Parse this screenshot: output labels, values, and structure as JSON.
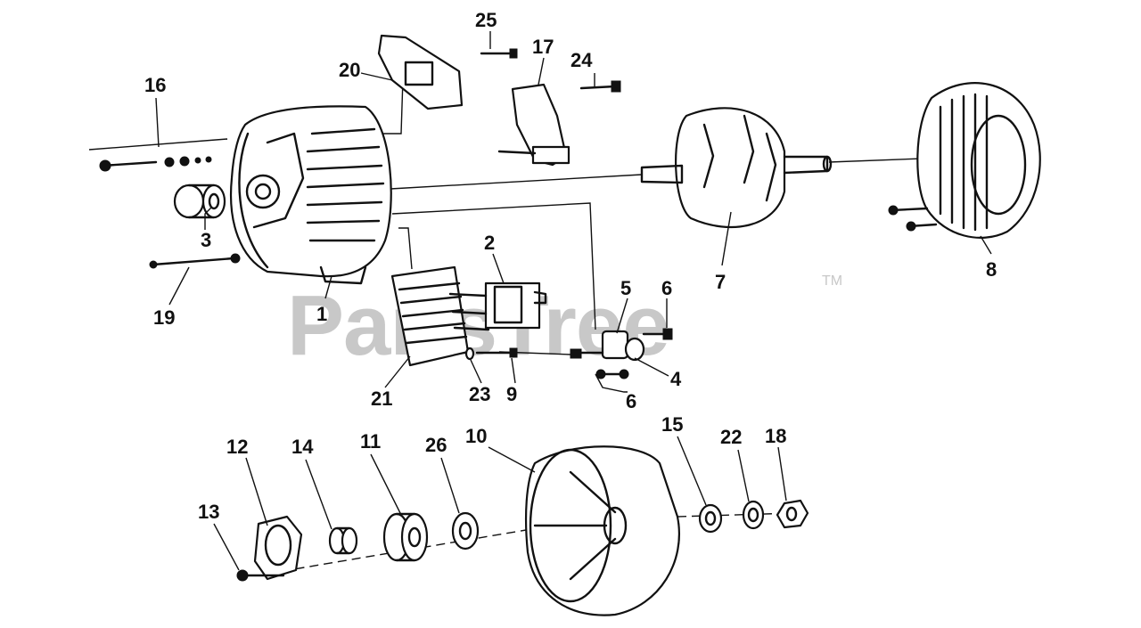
{
  "watermark": {
    "text": "PartsTree",
    "trademark": "TM"
  },
  "callouts": [
    {
      "id": "1",
      "label": "1"
    },
    {
      "id": "2",
      "label": "2"
    },
    {
      "id": "3",
      "label": "3"
    },
    {
      "id": "4",
      "label": "4"
    },
    {
      "id": "5",
      "label": "5"
    },
    {
      "id": "6a",
      "label": "6"
    },
    {
      "id": "6b",
      "label": "6"
    },
    {
      "id": "7",
      "label": "7"
    },
    {
      "id": "8",
      "label": "8"
    },
    {
      "id": "9",
      "label": "9"
    },
    {
      "id": "10",
      "label": "10"
    },
    {
      "id": "11",
      "label": "11"
    },
    {
      "id": "12",
      "label": "12"
    },
    {
      "id": "13",
      "label": "13"
    },
    {
      "id": "14",
      "label": "14"
    },
    {
      "id": "15",
      "label": "15"
    },
    {
      "id": "16",
      "label": "16"
    },
    {
      "id": "17",
      "label": "17"
    },
    {
      "id": "18",
      "label": "18"
    },
    {
      "id": "19",
      "label": "19"
    },
    {
      "id": "20",
      "label": "20"
    },
    {
      "id": "21",
      "label": "21"
    },
    {
      "id": "22",
      "label": "22"
    },
    {
      "id": "23",
      "label": "23"
    },
    {
      "id": "24",
      "label": "24"
    },
    {
      "id": "25",
      "label": "25"
    },
    {
      "id": "26",
      "label": "26"
    }
  ]
}
